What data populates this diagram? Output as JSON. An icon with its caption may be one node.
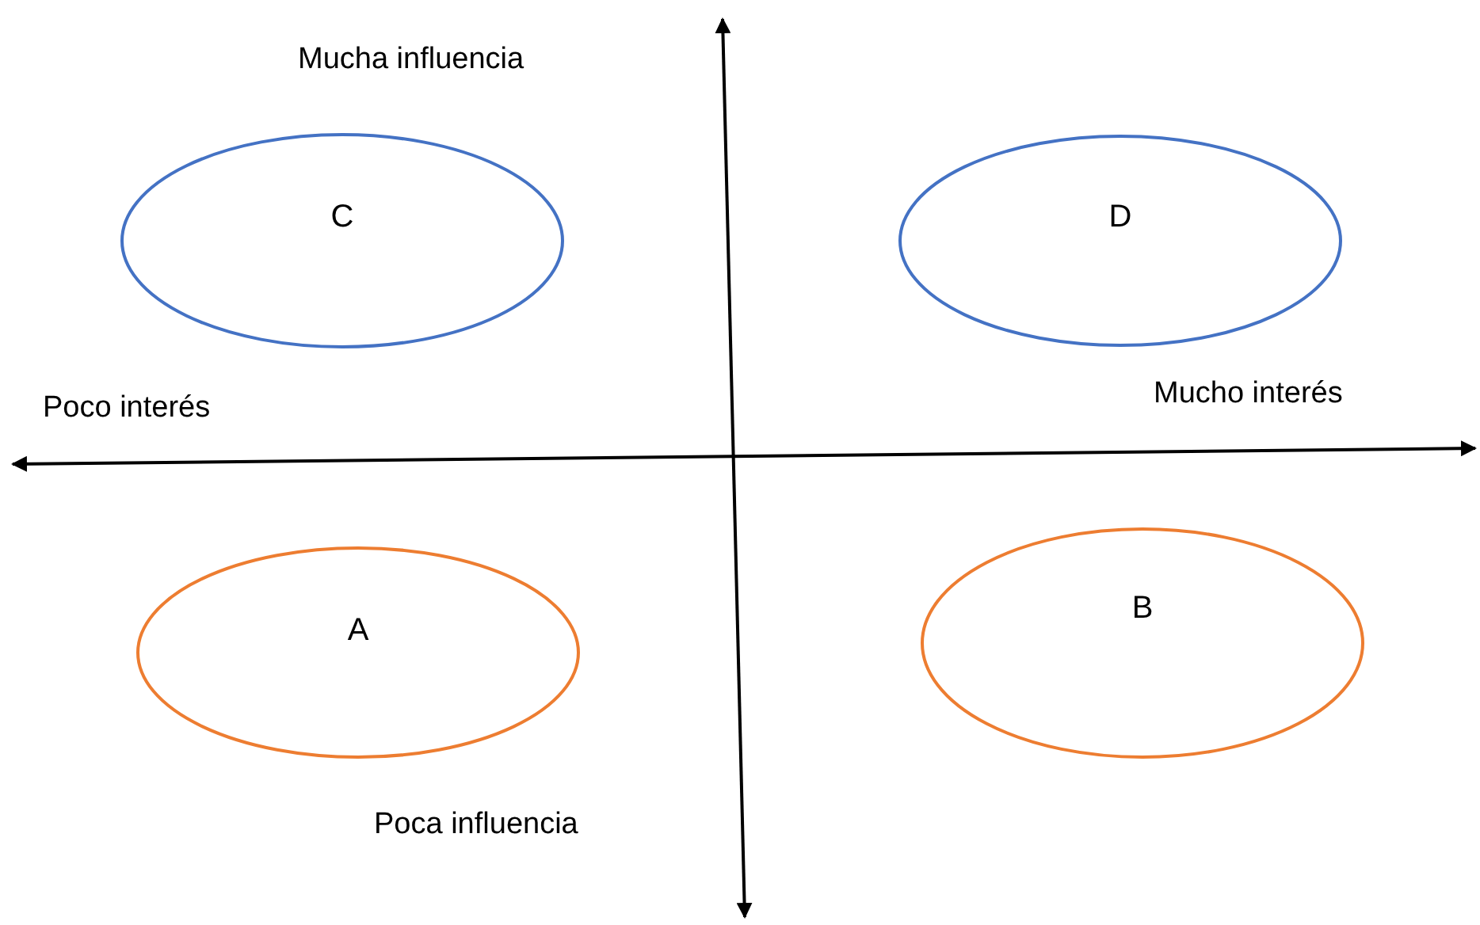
{
  "diagram": {
    "nodes": [
      {
        "text": [
          "C"
        ]
      },
      {
        "text": [
          "D"
        ]
      },
      {
        "text": [
          "A"
        ]
      },
      {
        "text": [
          "B"
        ]
      }
    ],
    "labels": [
      "Mucha influencia",
      "Poco interés",
      "Mucho interés",
      "Poca influencia"
    ]
  }
}
